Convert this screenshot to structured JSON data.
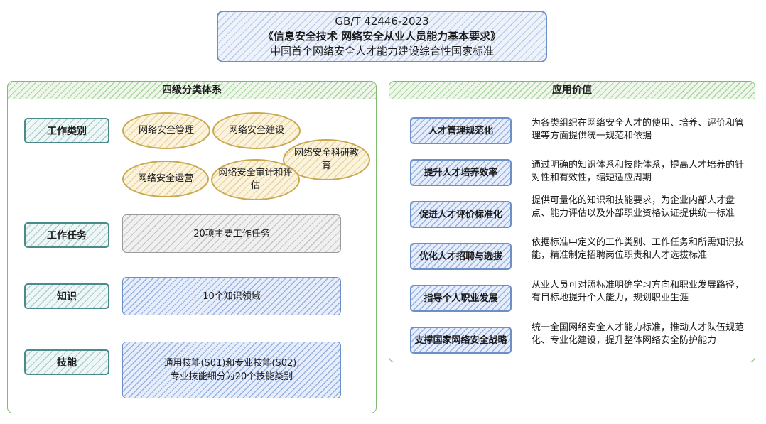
{
  "header": {
    "line1": "GB/T 42446-2023",
    "line2": "《信息安全技术 网络安全从业人员能力基本要求》",
    "line3": "中国首个网络安全人才能力建设综合性国家标准"
  },
  "left_panel": {
    "title": "四级分类体系",
    "rows": {
      "work_category": {
        "label": "工作类别",
        "items": [
          "网络安全管理",
          "网络安全建设",
          "网络安全科研教育",
          "网络安全运营",
          "网络安全审计和评估"
        ]
      },
      "work_task": {
        "label": "工作任务",
        "content": "20项主要工作任务"
      },
      "knowledge": {
        "label": "知识",
        "content": "10个知识领域"
      },
      "skills": {
        "label": "技能",
        "content_line1": "通用技能(S01)和专业技能(S02),",
        "content_line2": "专业技能细分为20个技能类别"
      }
    }
  },
  "right_panel": {
    "title": "应用价值",
    "items": [
      {
        "label": "人才管理规范化",
        "desc": "为各类组织在网络安全人才的使用、培养、评价和管理等方面提供统一规范和依据"
      },
      {
        "label": "提升人才培养效率",
        "desc": "通过明确的知识体系和技能体系，提高人才培养的针对性和有效性，缩短适应周期"
      },
      {
        "label": "促进人才评价标准化",
        "desc": "提供可量化的知识和技能要求，为企业内部人才盘点、能力评估以及外部职业资格认证提供统一标准"
      },
      {
        "label": "优化人才招聘与选拔",
        "desc": "依据标准中定义的工作类别、工作任务和所需知识技能，精准制定招聘岗位职责和人才选拔标准"
      },
      {
        "label": "指导个人职业发展",
        "desc": "从业人员可对照标准明确学习方向和职业发展路径，有目标地提升个人能力，规划职业生涯"
      },
      {
        "label": "支撑国家网络安全战略",
        "desc": "统一全国网络安全人才能力标准，推动人才队伍规范化、专业化建设，提升整体网络安全防护能力"
      }
    ]
  },
  "colors": {
    "panel_border": "#7fba6e",
    "blue_border": "#6d8fc7",
    "teal_border": "#4a8a8a",
    "gold_border": "#c9a94e",
    "grey_border": "#9a9a9a"
  }
}
